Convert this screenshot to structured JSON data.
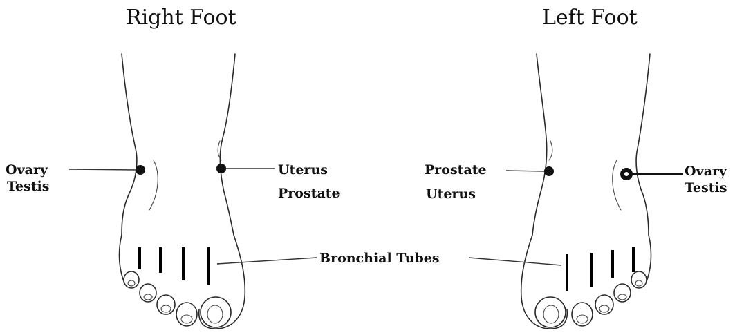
{
  "titles": {
    "right_foot": "Right Foot",
    "left_foot": "Left Foot"
  },
  "labels": {
    "right_ovary": "Ovary",
    "right_testis": "Testis",
    "right_uterus": "Uterus",
    "right_prostate": "Prostate",
    "left_prostate": "Prostate",
    "left_uterus": "Uterus",
    "left_ovary": "Ovary",
    "left_testis": "Testis",
    "bronchial_tubes": "Bronchial Tubes"
  }
}
